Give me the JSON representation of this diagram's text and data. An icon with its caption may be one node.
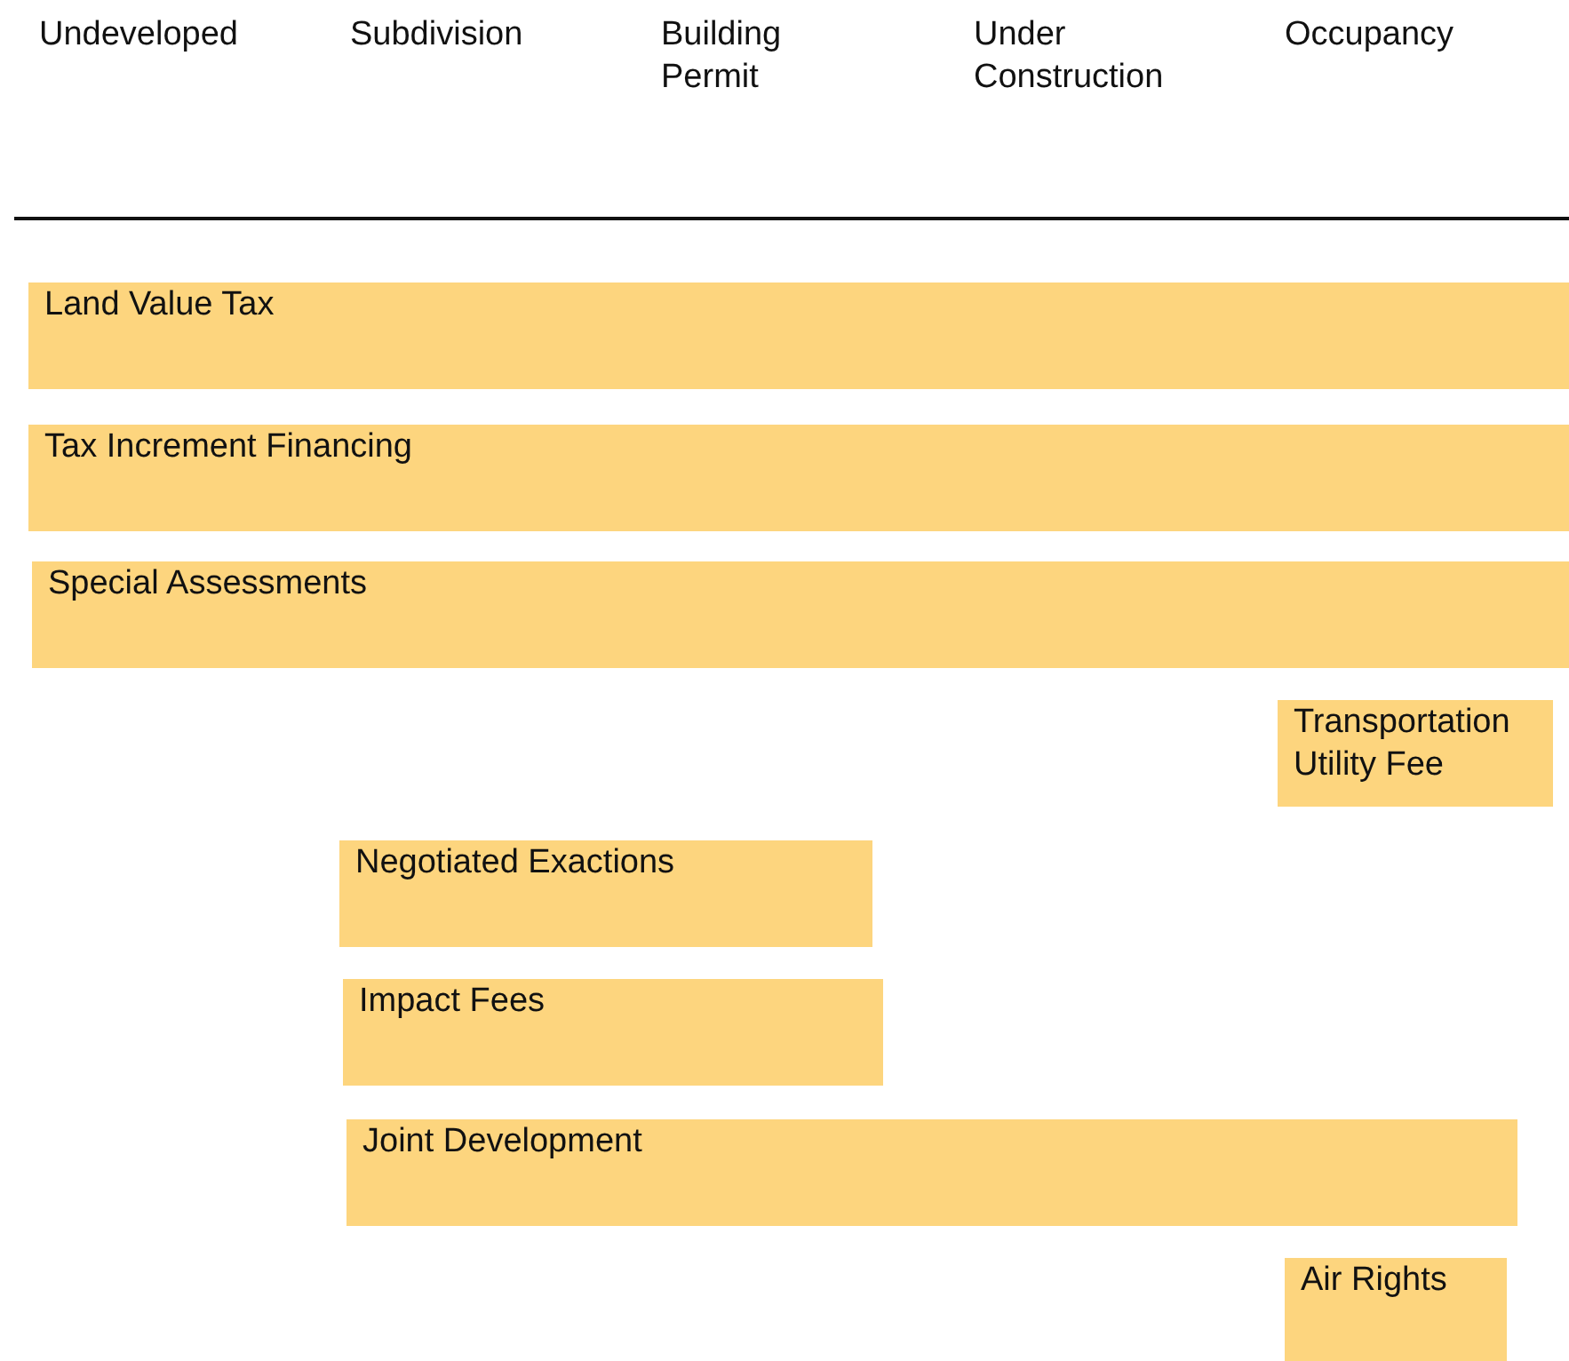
{
  "diagram": {
    "nodes": [
      {
        "text": [
          "Land Value Tax"
        ]
      },
      {
        "text": [
          "Tax Increment Financing"
        ]
      },
      {
        "text": [
          "Special Assessments"
        ]
      },
      {
        "text": [
          "Transportation Utility Fee"
        ]
      },
      {
        "text": [
          "Negotiated Exactions"
        ]
      },
      {
        "text": [
          "Impact Fees"
        ]
      },
      {
        "text": [
          "Joint Development"
        ]
      },
      {
        "text": [
          "Air Rights"
        ]
      }
    ],
    "edges": [],
    "labels": [
      "Undeveloped",
      "Subdivision",
      "Building Permit",
      "Under Construction",
      "Occupancy"
    ]
  }
}
